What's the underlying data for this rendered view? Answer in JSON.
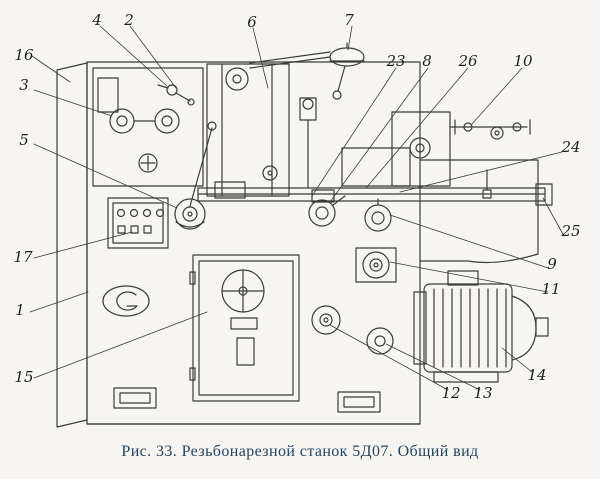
{
  "figure": {
    "caption": "Рис. 33. Резьбонарезной станок 5Д07. Общий вид",
    "callouts": {
      "c1": "1",
      "c2": "2",
      "c3": "3",
      "c4": "4",
      "c5": "5",
      "c6": "6",
      "c7": "7",
      "c8": "8",
      "c9": "9",
      "c10": "10",
      "c11": "11",
      "c12": "12",
      "c13": "13",
      "c14": "14",
      "c15": "15",
      "c16": "16",
      "c17": "17",
      "c23": "23",
      "c24": "24",
      "c25": "25",
      "c26": "26"
    }
  },
  "colors": {
    "background": "#f6f5f1",
    "line": "#3b3b3b",
    "label_text": "#1f1f1f",
    "caption_text": "#24435e"
  }
}
